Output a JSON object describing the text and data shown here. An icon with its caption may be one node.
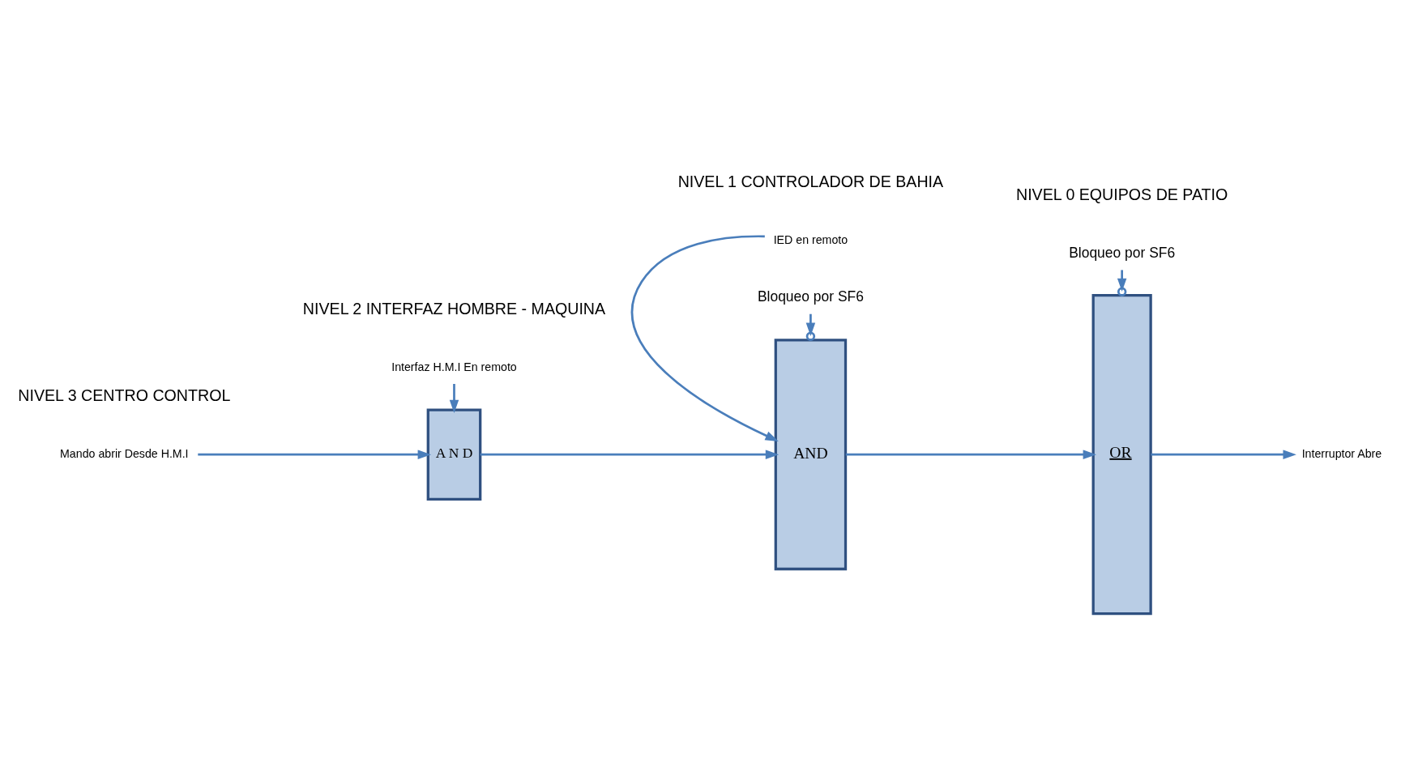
{
  "diagram": {
    "nodes": [
      {
        "text": [
          "Mando abrir Desde H.M.I"
        ]
      },
      {
        "text": [
          "Interfaz H.M.I En remoto"
        ]
      },
      {
        "text": [
          "A N D"
        ]
      },
      {
        "text": [
          "IED en remoto"
        ]
      },
      {
        "text": [
          "Bloqueo por SF6"
        ]
      },
      {
        "text": [
          "AND"
        ]
      },
      {
        "text": [
          "Bloqueo por SF6"
        ]
      },
      {
        "text": [
          "OR"
        ]
      },
      {
        "text": [
          "Interruptor Abre"
        ]
      }
    ],
    "edges": [
      {
        "from": 1,
        "to": 2,
        "arrow": "to"
      },
      {
        "from": 0,
        "to": 2,
        "arrow": "to"
      },
      {
        "from": 3,
        "to": 5,
        "arrow": "to"
      },
      {
        "from": 2,
        "to": 5,
        "arrow": "to"
      },
      {
        "from": 4,
        "to": 5,
        "arrow": "to"
      },
      {
        "from": 5,
        "to": 7,
        "arrow": "to"
      },
      {
        "from": 6,
        "to": 7,
        "arrow": "to"
      },
      {
        "from": 7,
        "to": 8,
        "arrow": "to"
      }
    ],
    "labels": [
      "NIVEL 3 CENTRO CONTROL",
      "NIVEL 2 INTERFAZ HOMBRE - MAQUINA",
      "NIVEL 1 CONTROLADOR DE BAHIA",
      "NIVEL 0 EQUIPOS DE PATIO"
    ]
  }
}
